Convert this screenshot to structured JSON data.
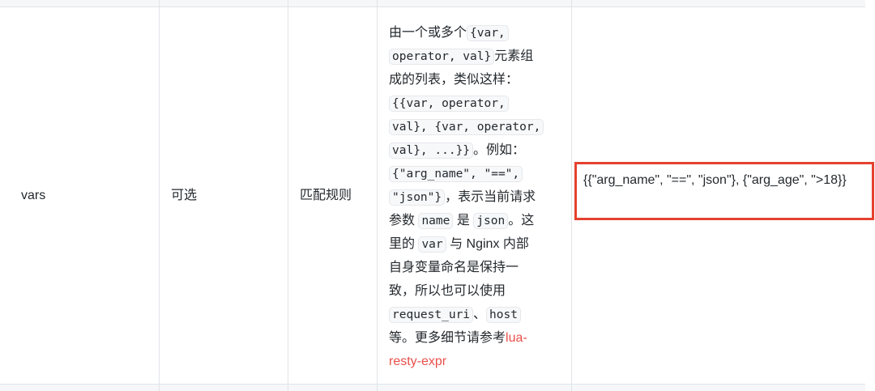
{
  "row": {
    "name": "vars",
    "required": "可选",
    "type": "匹配规则",
    "description_lines": [
      [
        {
          "t": "由一个或多个"
        },
        {
          "t": "{var,",
          "code": true
        }
      ],
      [
        {
          "t": "operator, val}",
          "code": true
        },
        {
          "t": "元素组"
        }
      ],
      [
        {
          "t": "成的列表，类似这样："
        }
      ],
      [
        {
          "t": "{{var, operator,",
          "code": true
        }
      ],
      [
        {
          "t": "val}, {var, operator,",
          "code": true
        }
      ],
      [
        {
          "t": "val}, ...}}",
          "code": true
        },
        {
          "t": "。例如："
        }
      ],
      [
        {
          "t": "{\"arg_name\", \"==\",",
          "code": true
        }
      ],
      [
        {
          "t": "\"json\"}",
          "code": true
        },
        {
          "t": "，表示当前请求"
        }
      ],
      [
        {
          "t": "参数 "
        },
        {
          "t": "name",
          "code": true
        },
        {
          "t": " 是 "
        },
        {
          "t": "json",
          "code": true
        },
        {
          "t": "。这"
        }
      ],
      [
        {
          "t": "里的 "
        },
        {
          "t": "var",
          "code": true
        },
        {
          "t": " 与 Nginx 内部"
        }
      ],
      [
        {
          "t": "自身变量命名是保持一"
        }
      ],
      [
        {
          "t": "致，所以也可以使用"
        }
      ],
      [
        {
          "t": "request_uri",
          "code": true
        },
        {
          "t": "、"
        },
        {
          "t": "host",
          "code": true
        }
      ],
      [
        {
          "t": "等。更多细节请参考"
        },
        {
          "t": "lua-",
          "link": true
        }
      ],
      [
        {
          "t": "resty-expr",
          "link": true
        }
      ]
    ],
    "example": "{{\"arg_name\", \"==\", \"json\"}, {\"arg_age\", \">18}}"
  },
  "colors": {
    "highlight": "#e5412f",
    "link": "#e8504a"
  }
}
